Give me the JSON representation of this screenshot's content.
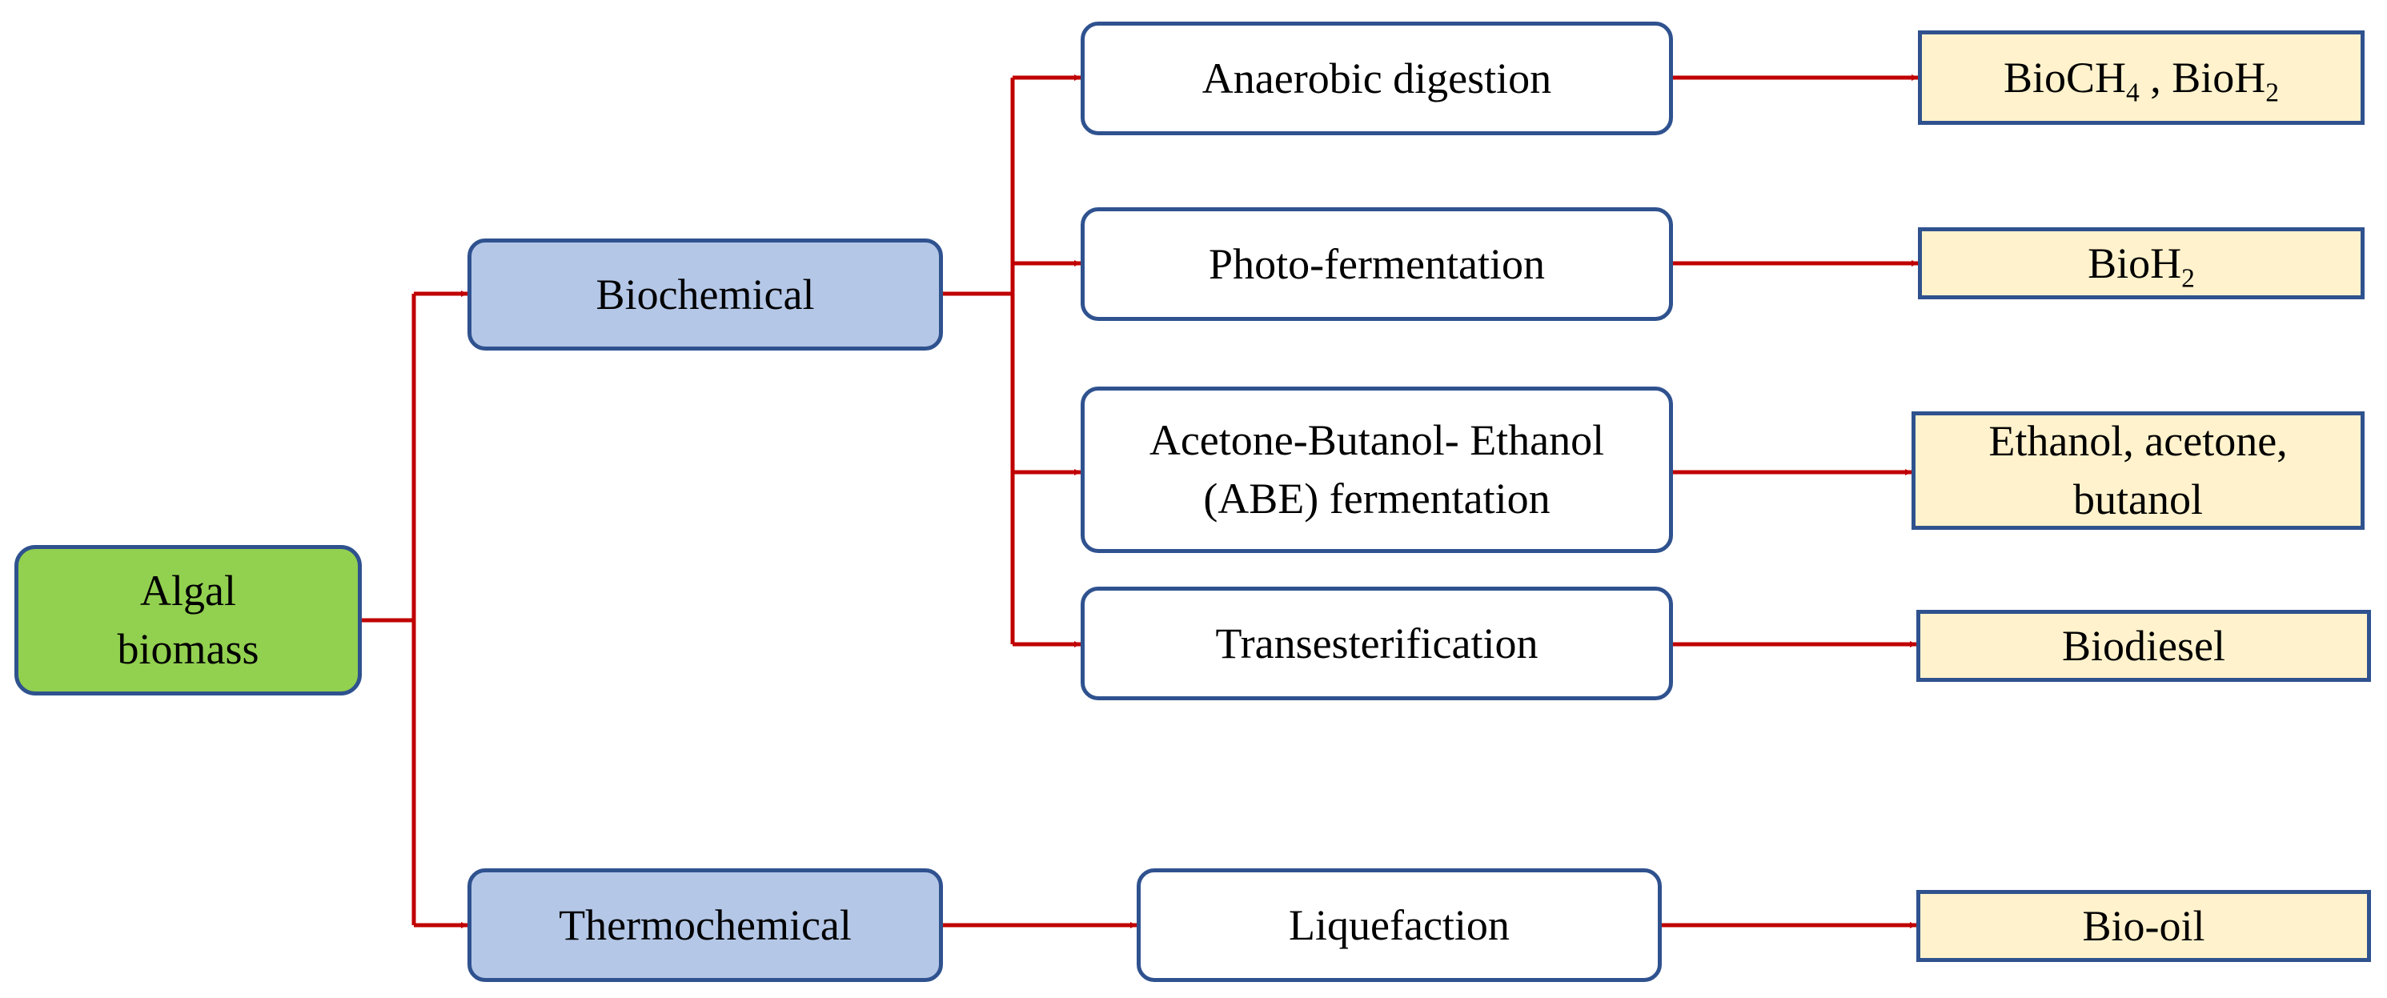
{
  "colors": {
    "arrow": "#c00000",
    "border": "#2f528f",
    "root_fill": "#92d050",
    "category_fill": "#b4c7e7",
    "process_fill": "#ffffff",
    "product_fill": "#fff2cc"
  },
  "root": {
    "line1": "Algal",
    "line2": "biomass"
  },
  "categories": {
    "biochemical": "Biochemical",
    "thermochemical": "Thermochemical"
  },
  "processes": {
    "anaerobic": "Anaerobic digestion",
    "photo": "Photo-fermentation",
    "abe_line1": "Acetone-Butanol- Ethanol",
    "abe_line2": "(ABE) fermentation",
    "trans": "Transesterification",
    "liquefaction": "Liquefaction"
  },
  "products": {
    "anaerobic": {
      "a": "BioCH",
      "a_sub": "4",
      "sep": " , BioH",
      "b_sub": "2"
    },
    "photo": {
      "a": "BioH",
      "a_sub": "2"
    },
    "abe_line1": "Ethanol, acetone,",
    "abe_line2": "butanol",
    "trans": "Biodiesel",
    "liquefaction": "Bio-oil"
  }
}
